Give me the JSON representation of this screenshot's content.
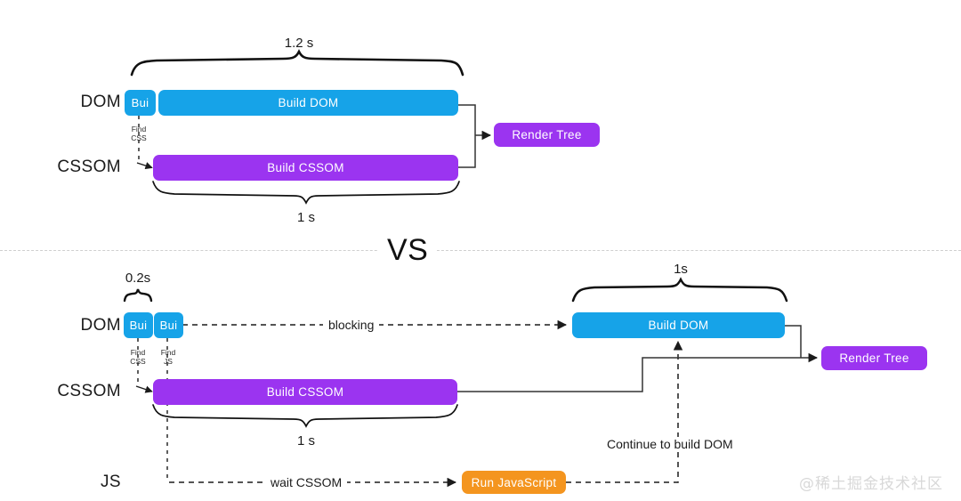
{
  "meta": {
    "title": "Critical Rendering Path: blocking vs non-blocking script comparison",
    "vs_label": "VS",
    "watermark": "@稀土掘金技术社区",
    "colors": {
      "dom_blue": "#16a3e8",
      "cssom_purple": "#9b34f0",
      "js_orange": "#f4951f",
      "render_tree_purple": "#9b34f0",
      "line_black": "#1b1b1b",
      "divider_gray": "#cfcfcf",
      "watermark_gray": "#d8d8d8",
      "background": "#ffffff"
    }
  },
  "top_scenario": {
    "rows": [
      {
        "label": "DOM"
      },
      {
        "label": "CSSOM"
      }
    ],
    "bars": [
      {
        "name": "build-start",
        "text": "Bui",
        "color": "blue"
      },
      {
        "name": "build-dom",
        "text": "Build DOM",
        "color": "blue"
      },
      {
        "name": "build-cssom",
        "text": "Build CSSOM",
        "color": "purple"
      },
      {
        "name": "render-tree",
        "text": "Render Tree",
        "color": "purple"
      }
    ],
    "annotations": {
      "find_css": "Find\nCSS",
      "find_css_line1": "Find",
      "find_css_line2": "CSS"
    },
    "durations": {
      "total": "1.2 s",
      "cssom": "1 s"
    }
  },
  "bottom_scenario": {
    "rows": [
      {
        "label": "DOM"
      },
      {
        "label": "CSSOM"
      },
      {
        "label": "JS"
      }
    ],
    "bars": [
      {
        "name": "build-start-1",
        "text": "Bui",
        "color": "blue"
      },
      {
        "name": "build-start-2",
        "text": "Bui",
        "color": "blue"
      },
      {
        "name": "build-dom",
        "text": "Build DOM",
        "color": "blue"
      },
      {
        "name": "build-cssom",
        "text": "Build CSSOM",
        "color": "purple"
      },
      {
        "name": "run-javascript",
        "text": "Run JavaScript",
        "color": "orange"
      },
      {
        "name": "render-tree",
        "text": "Render Tree",
        "color": "purple"
      }
    ],
    "annotations": {
      "find_css_line1": "Find",
      "find_css_line2": "CSS",
      "find_js_line1": "Find",
      "find_js_line2": "JS",
      "blocking": "blocking",
      "wait_cssom": "wait CSSOM",
      "continue_build_dom": "Continue to build DOM"
    },
    "durations": {
      "head_parse": "0.2s",
      "cssom": "1 s",
      "dom_resume": "1s"
    }
  }
}
